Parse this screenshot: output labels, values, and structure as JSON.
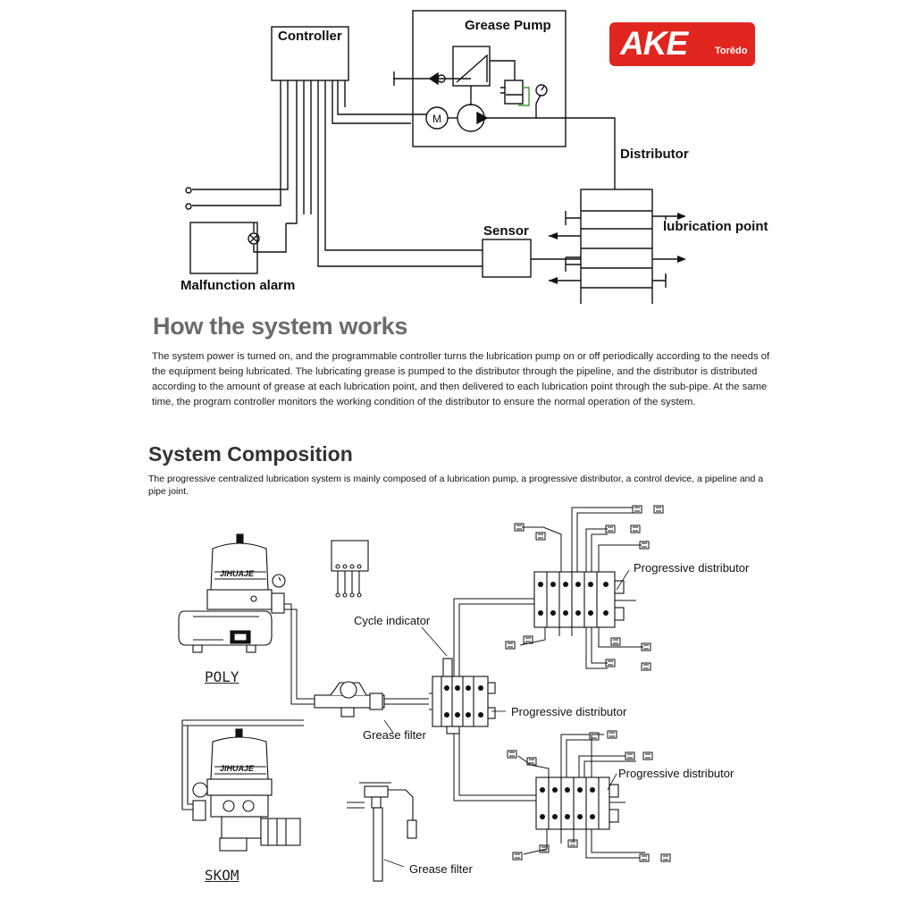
{
  "logo": {
    "brand": "AKE",
    "suffix": "Torēdo",
    "color": "#e0261f"
  },
  "top_diagram": {
    "controller_label": "Controller",
    "grease_pump_label": "Grease Pump",
    "distributor_label": "Distributor",
    "lubrication_point_label": "lubrication point",
    "sensor_label": "Sensor",
    "malfunction_alarm_label": "Malfunction alarm"
  },
  "how_section": {
    "title": "How the system works",
    "body": "The system power is turned on, and the programmable controller turns the lubrication pump on or off periodically according to the needs of the equipment being lubricated. The lubricating grease is pumped to the distributor through the pipeline, and the distributor is distributed according to the amount of grease at each lubrication point, and then delivered to each lubrication point through the sub-pipe. At the same time, the program controller monitors the working condition of the distributor to ensure the normal operation of the system."
  },
  "composition_section": {
    "title": "System Composition",
    "body": "The progressive centralized lubrication system is mainly composed of a lubrication pump, a progressive distributor, a control device, a pipeline and a pipe joint."
  },
  "bottom_diagram": {
    "pump_poly_label": "POLY",
    "pump_skom_label": "SKOM",
    "pump_brand": "JIHUAJE",
    "cycle_indicator_label": "Cycle indicator",
    "grease_filter_label_1": "Grease filter",
    "grease_filter_label_2": "Grease filter",
    "progressive_distributor_top": "Progressive distributor",
    "progressive_distributor_mid": "Progressive distributor",
    "progressive_distributor_bottom": "Progressive distributor"
  }
}
